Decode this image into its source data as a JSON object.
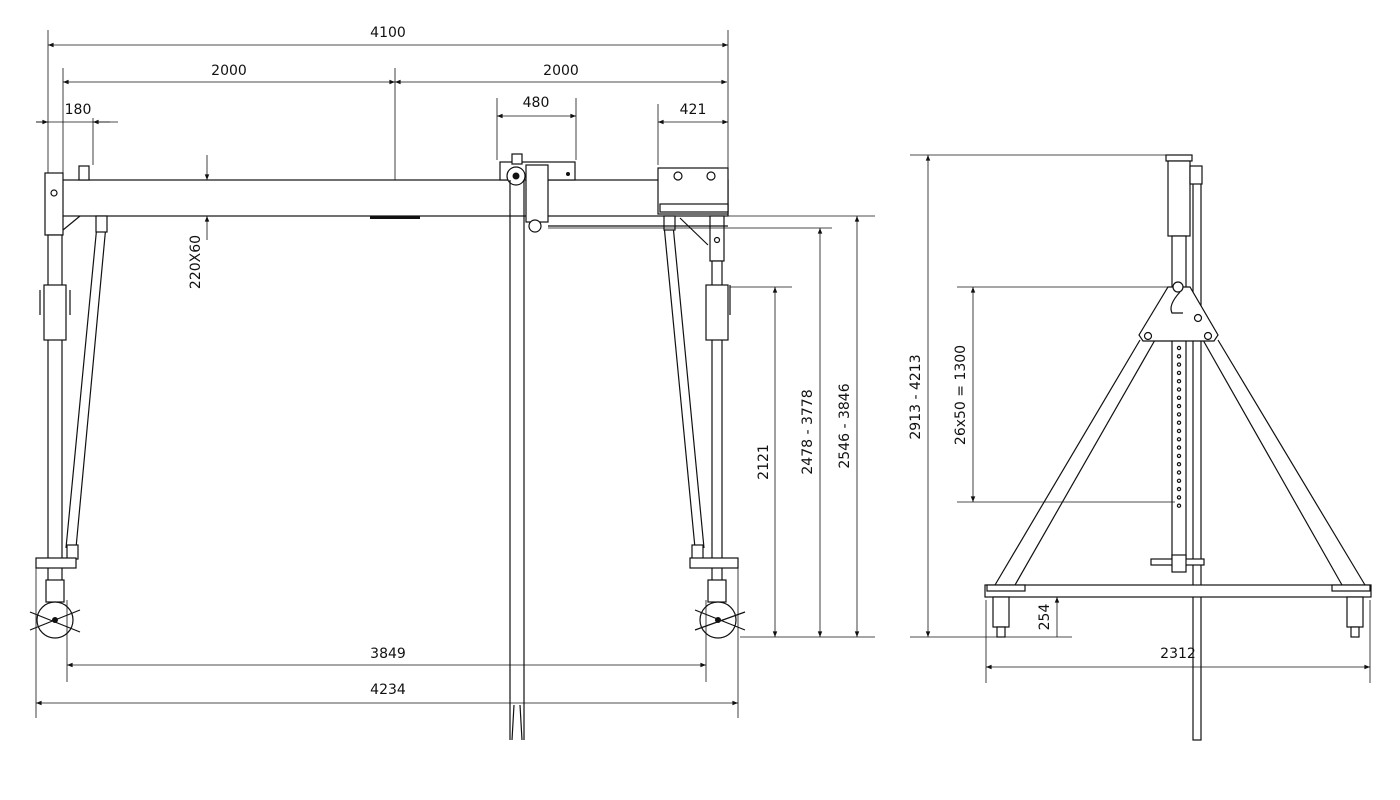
{
  "front_view": {
    "dims": {
      "overall_beam": "4100",
      "half_left": "2000",
      "half_right": "2000",
      "end_offset": "180",
      "trolley_width": "480",
      "end_plate": "421",
      "beam_section": "220X60",
      "leg_height": "2121",
      "hook_height_range": "2478 - 3778",
      "beam_height_range": "2546 - 3846",
      "inner_width": "3849",
      "outer_width": "4234"
    }
  },
  "side_view": {
    "dims": {
      "total_height_range": "2913 - 4213",
      "adjust_holes": "26x50 = 1300",
      "ground_clearance": "254",
      "base_width": "2312"
    }
  }
}
